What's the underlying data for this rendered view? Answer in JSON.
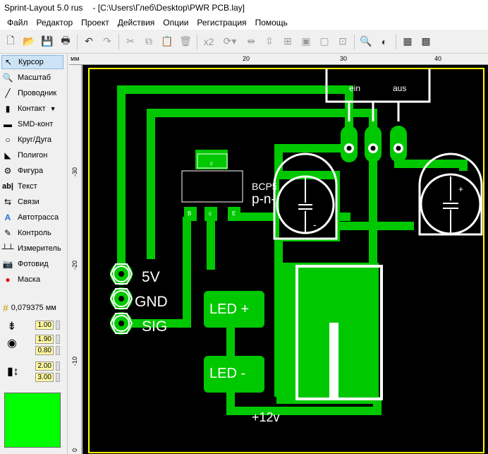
{
  "window": {
    "app_title": "Sprint-Layout 5.0 rus",
    "file_path": "- [C:\\Users\\Глеб\\Desktop\\PWR PCB.lay]"
  },
  "menu": [
    "Файл",
    "Редактор",
    "Проект",
    "Действия",
    "Опции",
    "Регистрация",
    "Помощь"
  ],
  "toolbar": {
    "x2_label": "x2"
  },
  "tools": [
    {
      "label": "Курсор",
      "icon": "cursor-icon"
    },
    {
      "label": "Масштаб",
      "icon": "zoom-icon"
    },
    {
      "label": "Проводник",
      "icon": "track-icon"
    },
    {
      "label": "Контакт",
      "icon": "pad-icon"
    },
    {
      "label": "SMD-конт",
      "icon": "smd-pad-icon"
    },
    {
      "label": "Круг/Дуга",
      "icon": "circle-icon"
    },
    {
      "label": "Полигон",
      "icon": "polygon-icon"
    },
    {
      "label": "Фигура",
      "icon": "shape-icon"
    },
    {
      "label": "Текст",
      "icon": "text-icon"
    },
    {
      "label": "Связи",
      "icon": "connections-icon"
    },
    {
      "label": "Автотрасса",
      "icon": "autoroute-icon"
    },
    {
      "label": "Контроль",
      "icon": "test-icon"
    },
    {
      "label": "Измеритель",
      "icon": "ruler-icon"
    },
    {
      "label": "Фотовид",
      "icon": "camera-icon"
    },
    {
      "label": "Маска",
      "icon": "mask-icon"
    }
  ],
  "tool_abbr": {
    "text": "ab|"
  },
  "grid": {
    "value": "0,079375 мм"
  },
  "params": {
    "track_width": "1.00",
    "pad_outer": "1.90",
    "pad_inner": "0.80",
    "smd_w": "2.00",
    "smd_h": "3.00"
  },
  "rulers": {
    "unit": "мм",
    "top": [
      "20",
      "30",
      "40"
    ],
    "left": [
      "-30",
      "-20",
      "-10",
      "0"
    ]
  },
  "pcb": {
    "labels": {
      "ein": "ein",
      "aus": "aus",
      "c": "c",
      "b": "B",
      "e": "E",
      "component": "BCP56",
      "transistor": "p-n-p 20V0.5A",
      "v5": "5V",
      "gnd": "GND",
      "sig": "SIG",
      "led_plus": "LED +",
      "led_minus": "LED -",
      "v12": "+12v",
      "plus": "+",
      "minus": "-"
    }
  },
  "colors": {
    "copper": "#00c800",
    "silk": "#ffffff",
    "board_outline": "#ffff00",
    "layer_color": "#00ff00"
  }
}
